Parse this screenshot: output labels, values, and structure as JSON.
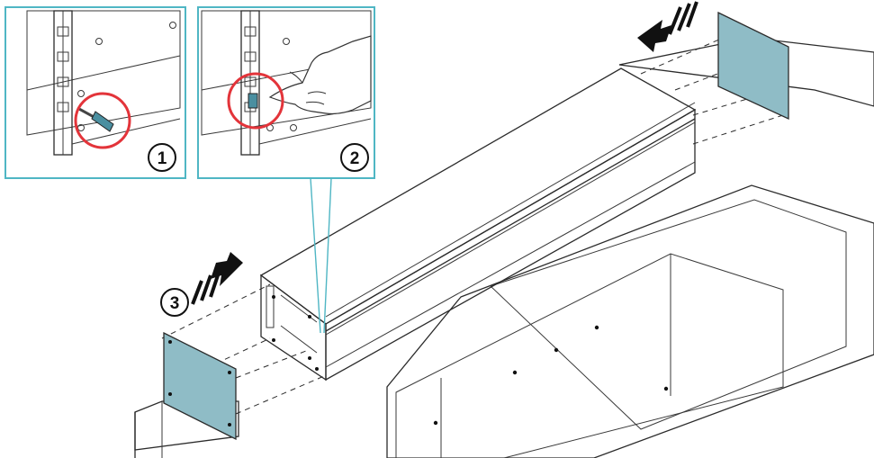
{
  "steps": [
    {
      "number": "1"
    },
    {
      "number": "2"
    },
    {
      "number": "3"
    }
  ],
  "colors": {
    "inset_border": "#4fb6c4",
    "panel_fill": "#8fbcc6",
    "unit_top": "#bcd3da",
    "unit_side": "#aecbd3",
    "highlight_circle": "#e3343a",
    "background": "#ffffff"
  },
  "icons": [
    "screwdriver-icon",
    "hand-icon",
    "push-arrow-icon"
  ]
}
